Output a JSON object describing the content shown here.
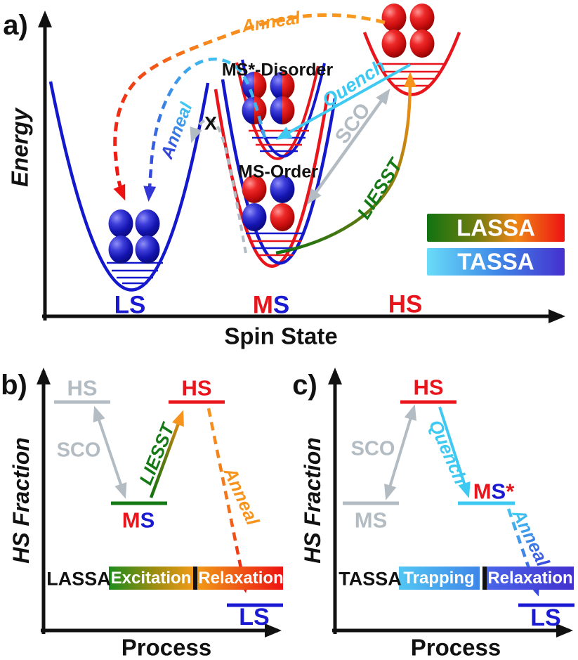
{
  "panel_a": {
    "label": "a)",
    "y_axis_title": "Energy",
    "x_axis_title": "Spin State",
    "well_titles": {
      "ms_disorder": "MS*-Disorder",
      "ms_order": "MS-Order"
    },
    "process_labels": {
      "anneal_hs_to_ls": "Anneal",
      "anneal_ms_to_ls": "Anneal",
      "quench": "Quench",
      "sco": "SCO",
      "liesst": "LIESST",
      "blocked_cross": "X"
    },
    "state_labels": {
      "ls": "LS",
      "ms_m": "M",
      "ms_s": "S",
      "hs": "HS"
    },
    "legend": {
      "lassa": "LASSA",
      "tassa": "TASSA"
    }
  },
  "panel_b": {
    "label": "b)",
    "y_axis_title": "HS Fraction",
    "x_axis_title": "Process",
    "levels": {
      "hs_sco": "HS",
      "hs_liesst": "HS",
      "ms_m": "M",
      "ms_s": "S",
      "ls": "LS"
    },
    "process_labels": {
      "sco": "SCO",
      "liesst": "LIESST",
      "anneal": "Anneal"
    },
    "bar": {
      "name": "LASSA",
      "phase1": "Excitation",
      "phase2": "Relaxation"
    }
  },
  "panel_c": {
    "label": "c)",
    "y_axis_title": "HS Fraction",
    "x_axis_title": "Process",
    "levels": {
      "hs": "HS",
      "ms_sco": "MS",
      "ms_star_m": "M",
      "ms_star_s": "S",
      "ms_star_mark": "*",
      "ls": "LS"
    },
    "process_labels": {
      "sco": "SCO",
      "quench": "Quench",
      "anneal": "Anneal"
    },
    "bar": {
      "name": "TASSA",
      "phase1": "Trapping",
      "phase2": "Relaxation"
    }
  },
  "colors": {
    "red": "#e8151c",
    "blue": "#1a1ad2",
    "orange": "#f7941d",
    "cyan": "#3ec9f2",
    "gray": "#b3bcc2",
    "green": "#157a15",
    "indigo": "#4330cf"
  }
}
